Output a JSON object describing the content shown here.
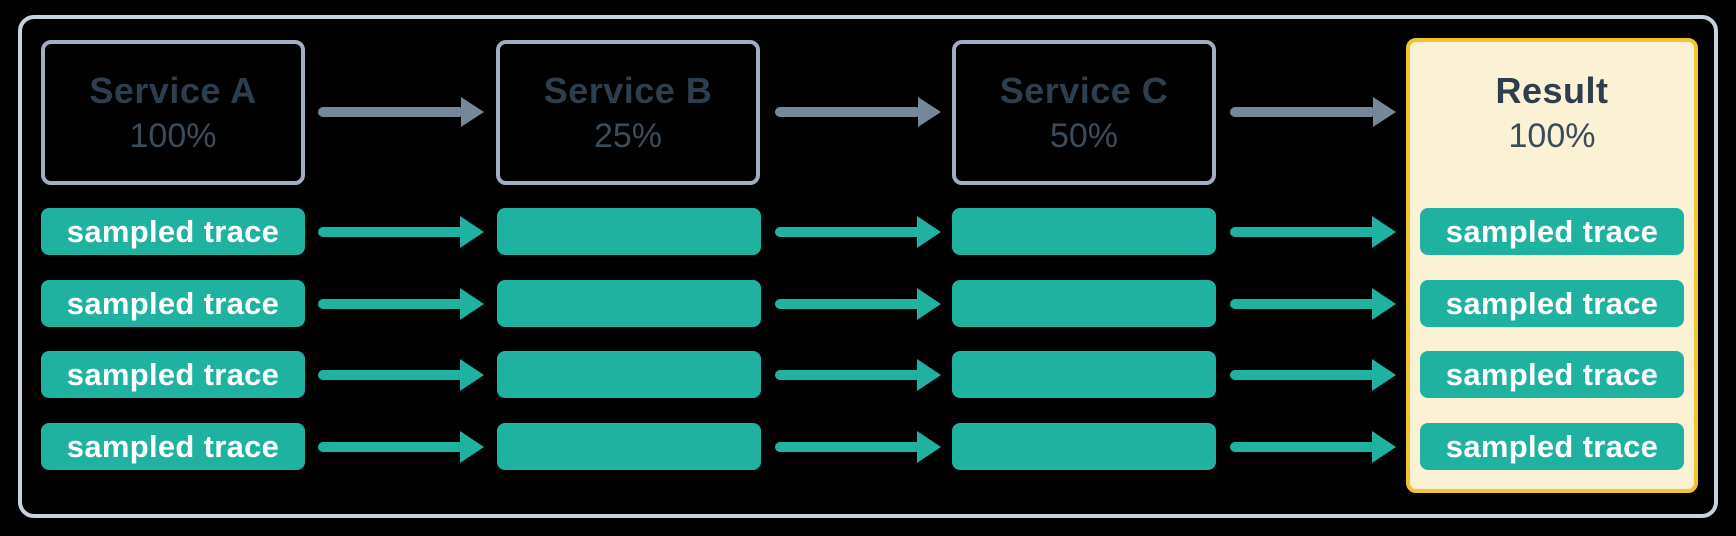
{
  "diagram": {
    "colors": {
      "bg": "#000000",
      "teal": "#20b2a1",
      "arrow-gray": "#76879a",
      "box-border": "#a2afc0",
      "frame-border": "#c9d2df",
      "slate": "#2d3e4e",
      "rate": "#3a4b5c",
      "gold": "#f3c331",
      "cream": "#fbf1d4",
      "trace-text": "#ffffff"
    },
    "columns": [
      {
        "id": "service-a",
        "title": "Service A",
        "rate": "100%",
        "traces": [
          "sampled trace",
          "sampled trace",
          "sampled trace",
          "sampled trace"
        ]
      },
      {
        "id": "service-b",
        "title": "Service B",
        "rate": "25%",
        "traces": [
          "",
          "",
          "",
          ""
        ]
      },
      {
        "id": "service-c",
        "title": "Service C",
        "rate": "50%",
        "traces": [
          "",
          "",
          "",
          ""
        ]
      },
      {
        "id": "result",
        "title": "Result",
        "rate": "100%",
        "traces": [
          "sampled trace",
          "sampled trace",
          "sampled trace",
          "sampled trace"
        ]
      }
    ]
  }
}
